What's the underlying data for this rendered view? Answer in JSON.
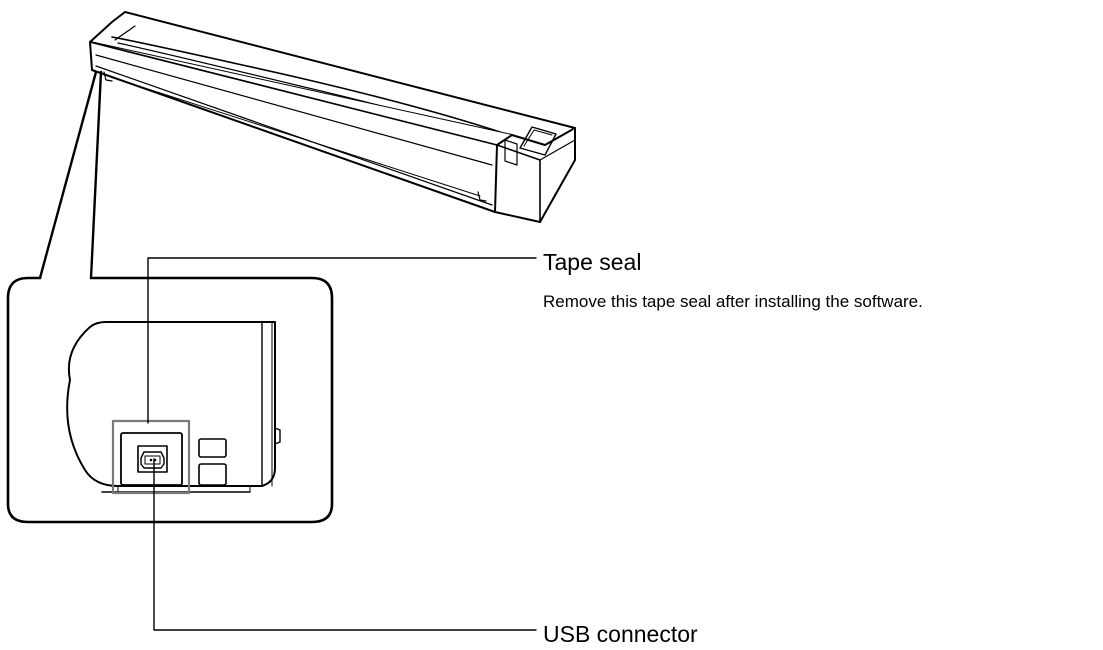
{
  "callouts": {
    "tape_seal": {
      "title": "Tape seal",
      "description": "Remove this tape seal after installing the software."
    },
    "usb_connector": {
      "title": "USB connector"
    }
  },
  "colors": {
    "line": "#000000",
    "seal": "#7a7a7a",
    "background": "#ffffff"
  }
}
